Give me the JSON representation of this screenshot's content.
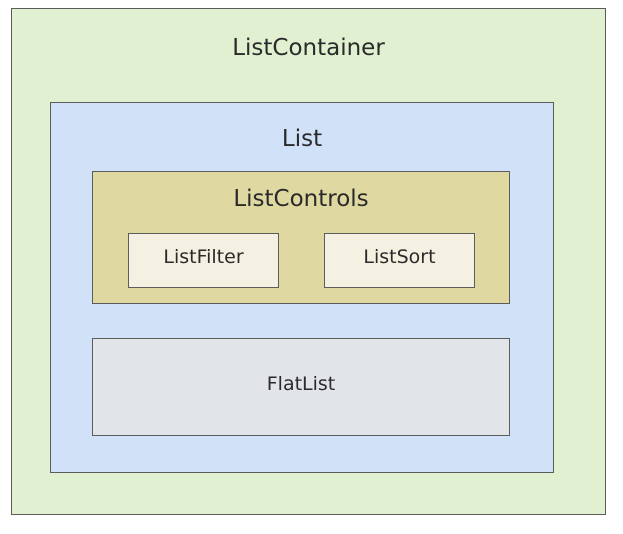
{
  "diagram": {
    "list_container": {
      "label": "ListContainer",
      "color": "#e2f0d2"
    },
    "list": {
      "label": "List",
      "color": "#d1e1f7"
    },
    "list_controls": {
      "label": "ListControls",
      "color": "#dfd8a1"
    },
    "list_filter": {
      "label": "ListFilter",
      "color": "#f4f0e2"
    },
    "list_sort": {
      "label": "ListSort",
      "color": "#f4f0e2"
    },
    "flat_list": {
      "label": "FlatList",
      "color": "#e1e4e8"
    }
  }
}
